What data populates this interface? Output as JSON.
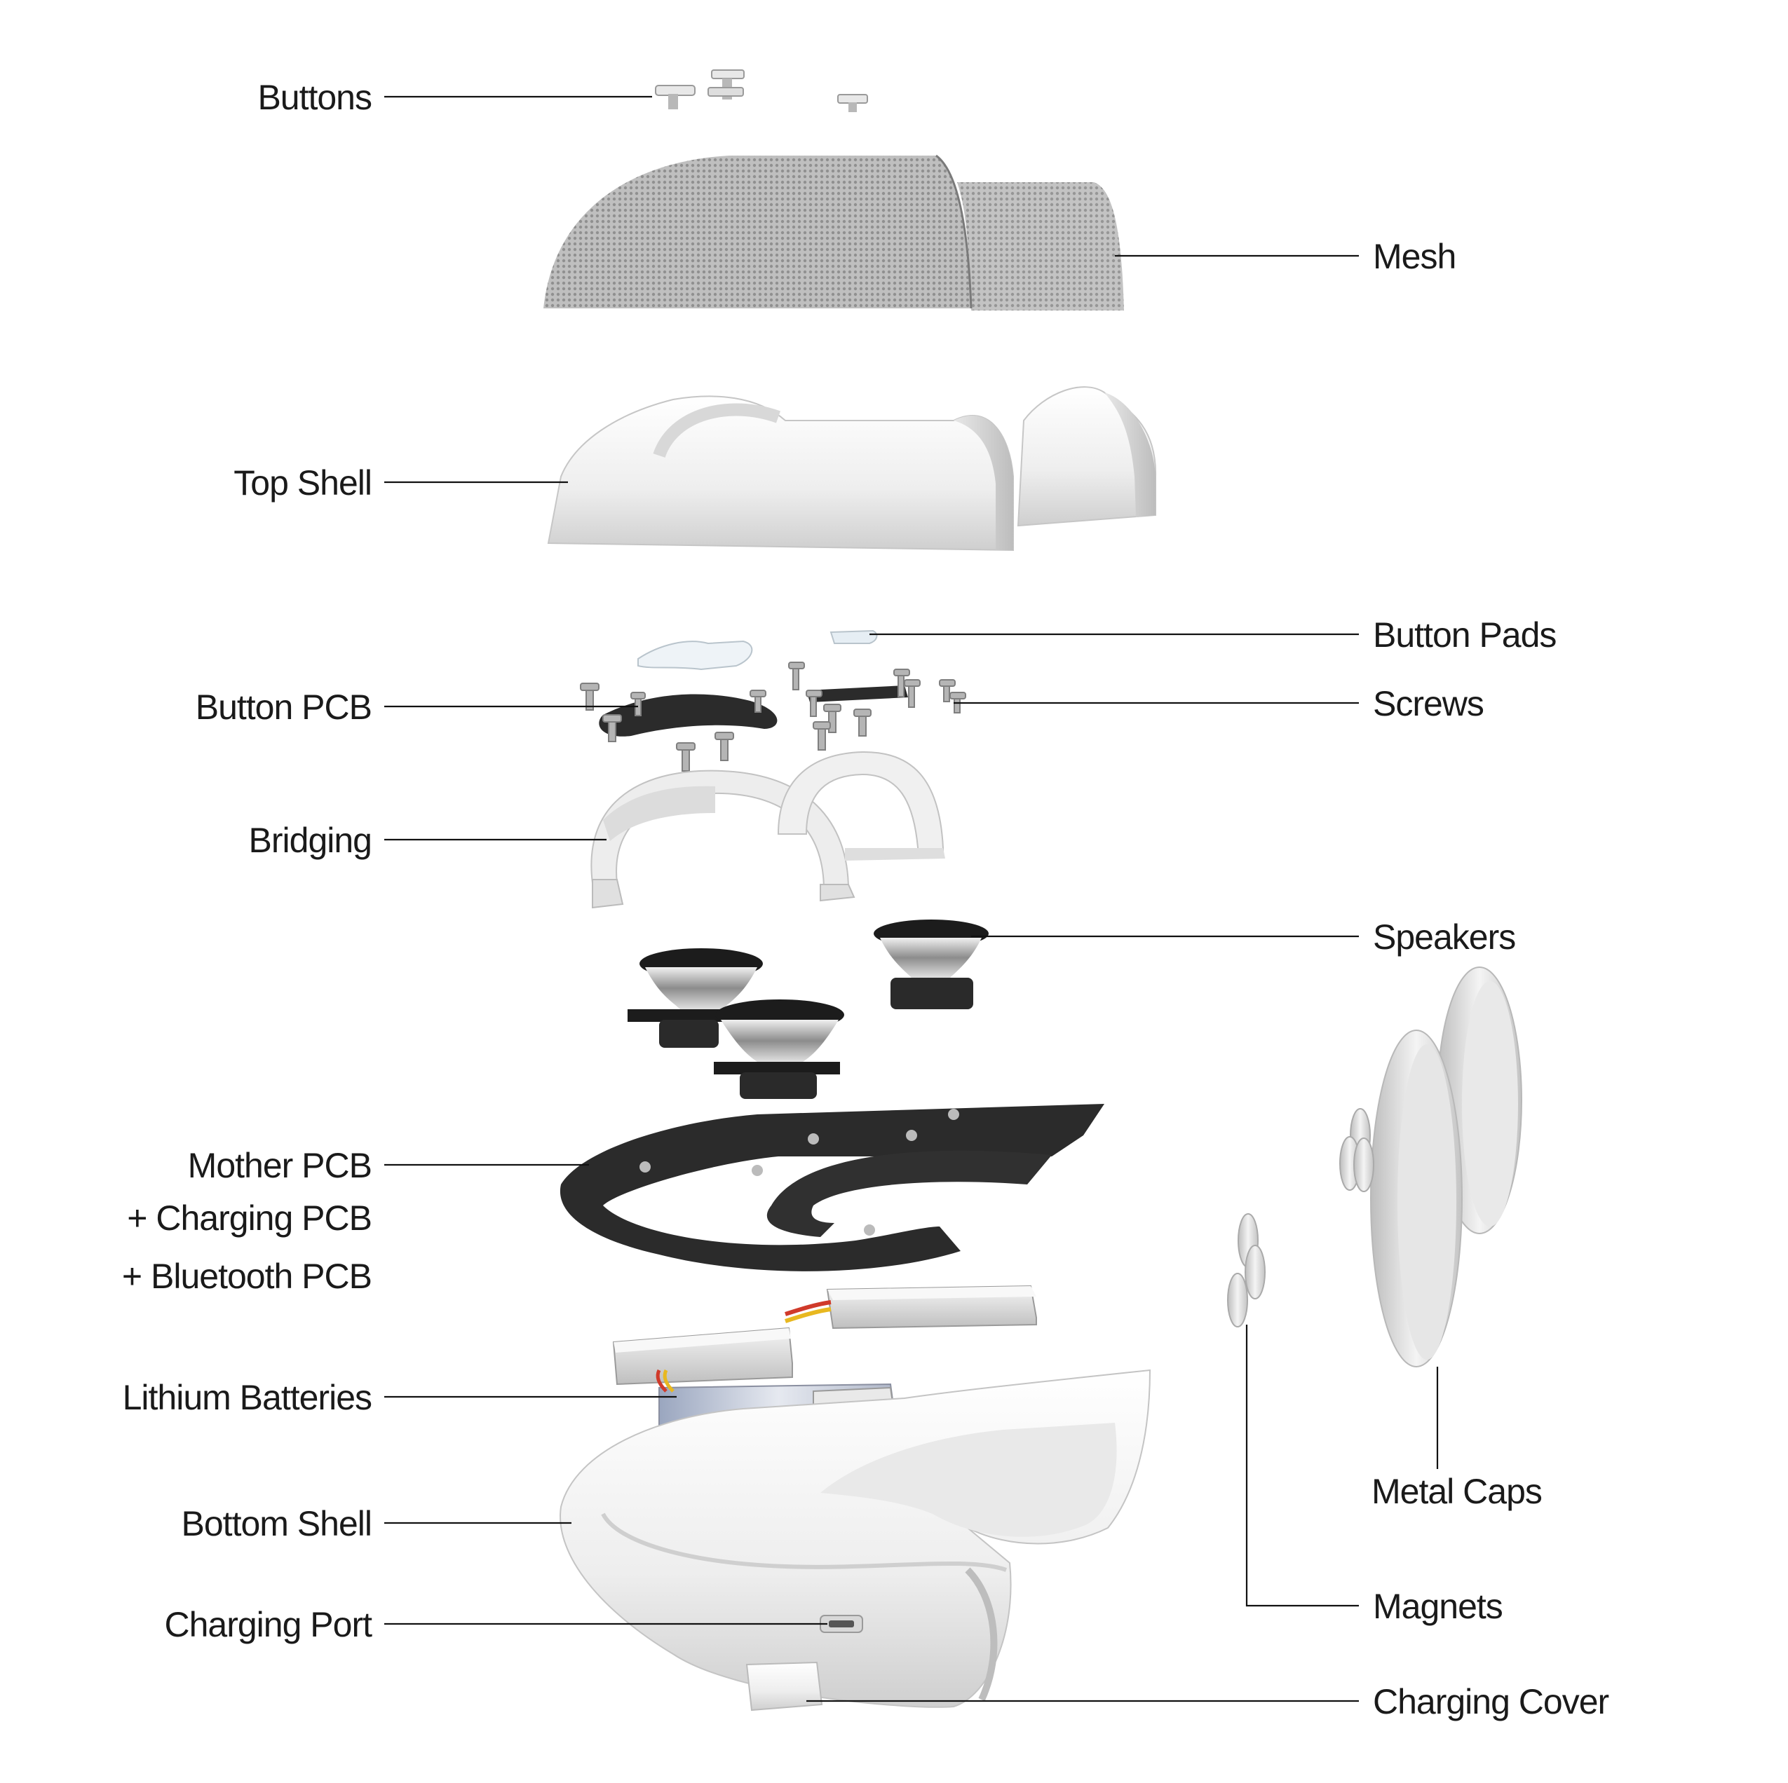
{
  "labels": {
    "buttons": "Buttons",
    "mesh": "Mesh",
    "top_shell": "Top Shell",
    "button_pads": "Button Pads",
    "button_pcb": "Button PCB",
    "screws": "Screws",
    "bridging": "Bridging",
    "speakers": "Speakers",
    "mother_pcb": "Mother PCB",
    "charging_pcb": "+ Charging PCB",
    "bluetooth_pcb": "+ Bluetooth PCB",
    "lithium_batteries": "Lithium Batteries",
    "metal_caps": "Metal Caps",
    "bottom_shell": "Bottom Shell",
    "magnets": "Magnets",
    "charging_port": "Charging Port",
    "charging_cover": "Charging Cover"
  },
  "colors": {
    "label_text": "#1a1a1a",
    "leader_line": "#111111",
    "shell_white": "#f2f2f2",
    "shell_shadow": "#c9c9c9",
    "mesh_gray": "#9a9a9a",
    "pcb_dark": "#2b2b2b",
    "speaker_black": "#1c1c1c",
    "metal_silver": "#d6d6d6",
    "wire_red": "#d03a2a",
    "wire_yellow": "#e8b820"
  }
}
